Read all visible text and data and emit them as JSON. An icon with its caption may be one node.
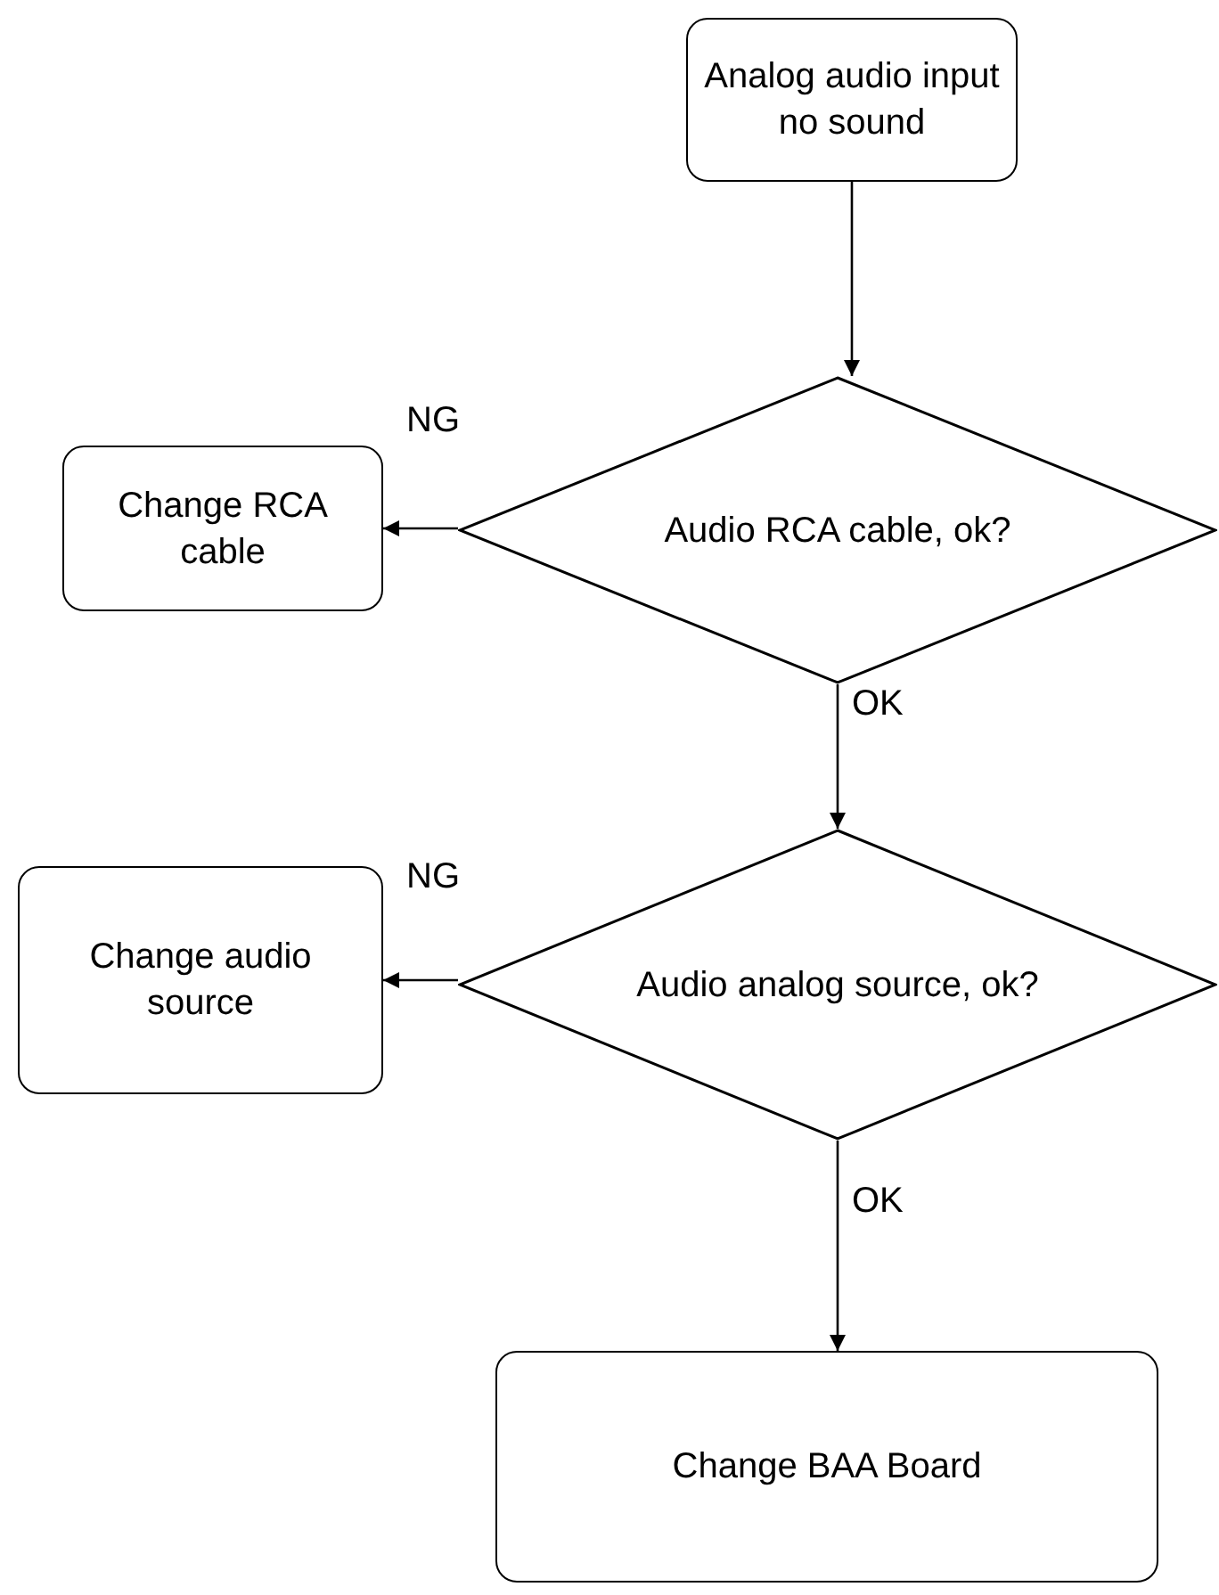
{
  "diagram": {
    "nodes": [
      {
        "text": [
          "Analog audio input no sound"
        ]
      },
      {
        "text": [
          "Audio RCA cable, ok?"
        ]
      },
      {
        "text": [
          "Change RCA cable"
        ]
      },
      {
        "text": [
          "Audio analog source, ok?"
        ]
      },
      {
        "text": [
          "Change audio source"
        ]
      },
      {
        "text": [
          "Change BAA Board"
        ]
      }
    ],
    "edges": [
      {
        "from": 0,
        "to": 1,
        "arrow": "to"
      },
      {
        "from": 1,
        "to": 2,
        "arrow": "to",
        "label": "NG"
      },
      {
        "from": 1,
        "to": 3,
        "arrow": "to",
        "label": "OK"
      },
      {
        "from": 3,
        "to": 4,
        "arrow": "to",
        "label": "NG"
      },
      {
        "from": 3,
        "to": 5,
        "arrow": "to",
        "label": "OK"
      }
    ]
  }
}
